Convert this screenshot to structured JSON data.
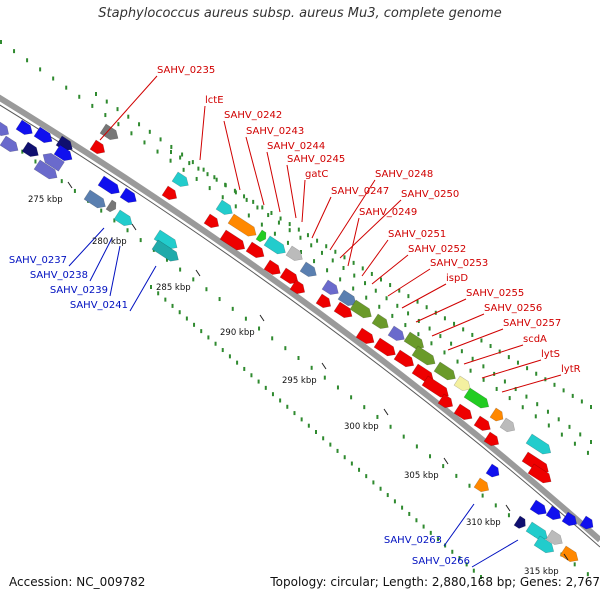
{
  "title": "Staphylococcus aureus subsp. aureus Mu3, complete genome",
  "footer": {
    "accession": "Accession: NC_009782",
    "topology": "Topology: circular; Length: 2,880,168 bp; Genes: 2,767"
  },
  "colors": {
    "backbone": "#9a9a9a",
    "gc_ticks": "#2f8a2f",
    "forward_label": "#d00000",
    "reverse_label": "#0010c0",
    "red": "#ee0000",
    "blue": "#1010ee",
    "navy": "#101070",
    "slate": "#6a6acc",
    "steel": "#5a7fb0",
    "cyan": "#22cccc",
    "teal": "#20aaaa",
    "olive": "#6a9a2a",
    "green": "#22cc22",
    "orange": "#ff8800",
    "grey": "#777777",
    "lightgrey": "#bbbbbb",
    "cream": "#f4f0a0"
  },
  "ruler": [
    "275 kbp",
    "280 kbp",
    "285 kbp",
    "290 kbp",
    "295 kbp",
    "300 kbp",
    "305 kbp",
    "310 kbp",
    "315 kbp"
  ],
  "forward_gene_labels": [
    "SAHV_0235",
    "lctE",
    "SAHV_0242",
    "SAHV_0243",
    "SAHV_0244",
    "SAHV_0245",
    "gatC",
    "SAHV_0247",
    "SAHV_0248",
    "SAHV_0250",
    "SAHV_0249",
    "SAHV_0251",
    "SAHV_0252",
    "SAHV_0253",
    "ispD",
    "SAHV_0255",
    "SAHV_0256",
    "SAHV_0257",
    "scdA",
    "lytS",
    "lytR"
  ],
  "reverse_gene_labels": [
    "SAHV_0237",
    "SAHV_0238",
    "SAHV_0239",
    "SAHV_0241",
    "SAHV_0263",
    "SAHV_0266"
  ]
}
